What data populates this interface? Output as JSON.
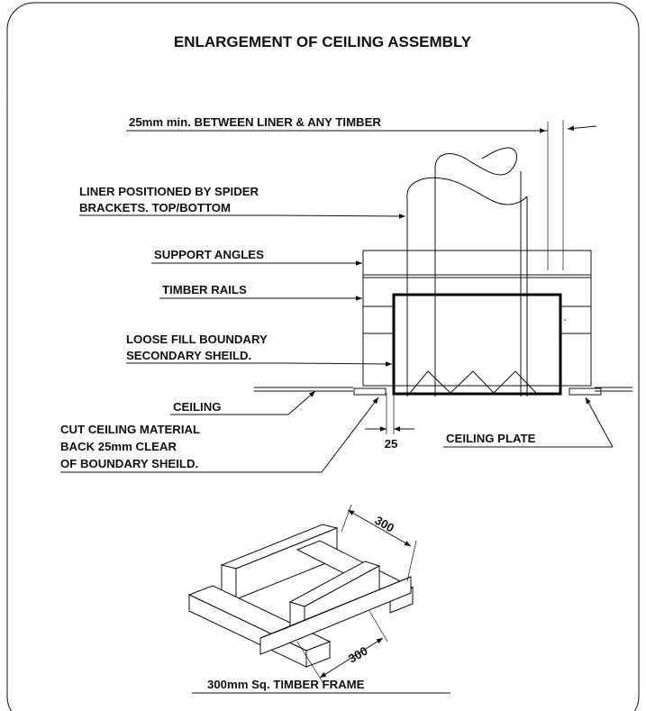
{
  "title": "ENLARGEMENT OF CEILING ASSEMBLY",
  "labels": {
    "clearance": "25mm min. BETWEEN LINER & ANY TIMBER",
    "liner_1": "LINER POSITIONED BY SPIDER",
    "liner_2": "BRACKETS. TOP/BOTTOM",
    "support_angles": "SUPPORT ANGLES",
    "timber_rails": "TIMBER RAILS",
    "loose_fill_1": "LOOSE FILL BOUNDARY",
    "loose_fill_2": "SECONDARY SHEILD.",
    "ceiling": "CEILING",
    "cut_1": "CUT CEILING MATERIAL",
    "cut_2": "BACK 25mm CLEAR",
    "cut_3": "OF BOUNDARY SHEILD.",
    "dim_25": "25",
    "ceiling_plate": "CEILING PLATE"
  },
  "frame": {
    "dim_top": "300",
    "dim_bottom": "300",
    "caption": "300mm Sq. TIMBER FRAME"
  }
}
